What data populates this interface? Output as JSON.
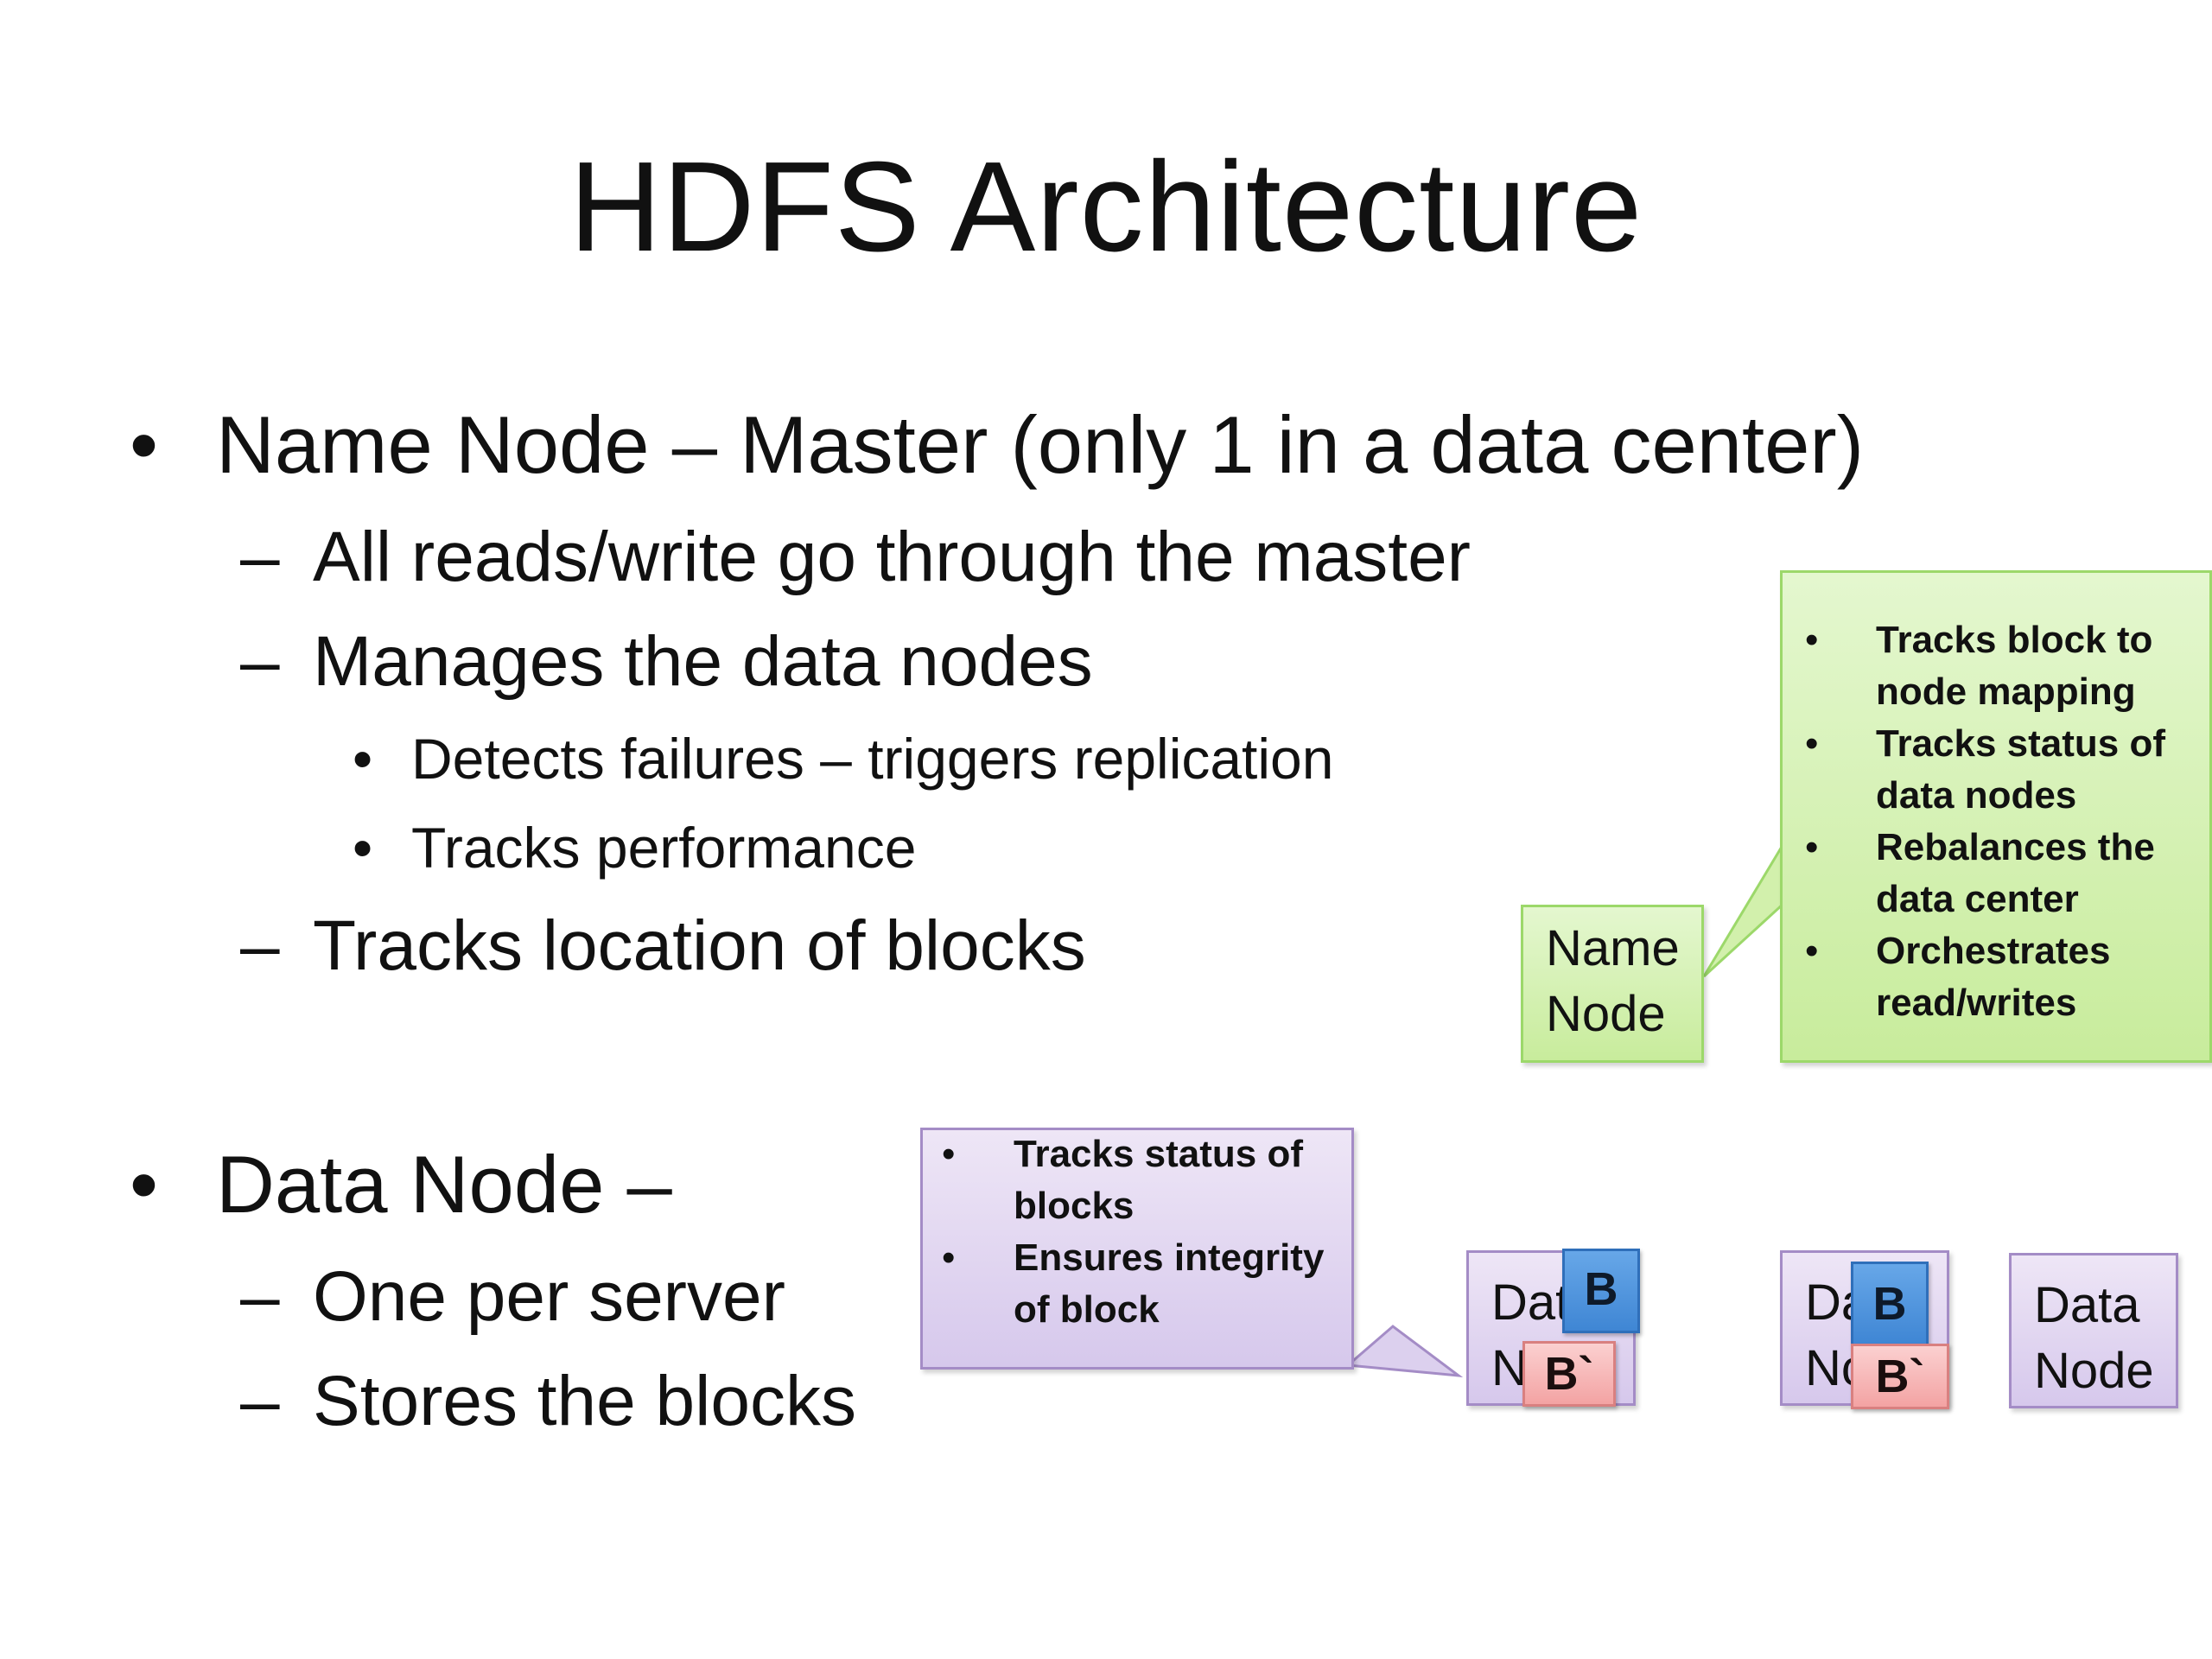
{
  "slide": {
    "title": "HDFS Architecture",
    "name_node": {
      "bullet": "•",
      "heading": "Name Node – Master (only 1 in a data center)",
      "sub": [
        {
          "dash": "–",
          "text": "All reads/write go through the master"
        },
        {
          "dash": "–",
          "text": "Manages the data nodes"
        },
        {
          "dash": "–",
          "text": "Tracks location of blocks"
        }
      ],
      "subsub": [
        {
          "bullet": "•",
          "text": "Detects failures – triggers replication"
        },
        {
          "bullet": "•",
          "text": "Tracks performance"
        }
      ]
    },
    "data_node": {
      "bullet": "•",
      "heading": "Data Node –",
      "sub": [
        {
          "dash": "–",
          "text": "One per server"
        },
        {
          "dash": "–",
          "text": "Stores the blocks"
        }
      ]
    }
  },
  "diagram": {
    "name_node_box": {
      "line1": "Name",
      "line2": "Node"
    },
    "name_node_callout": {
      "bullet": "•",
      "items": [
        {
          "line1": "Tracks block to",
          "line2": "node mapping"
        },
        {
          "line1": "Tracks status of",
          "line2": "data nodes"
        },
        {
          "line1": "Rebalances the",
          "line2": "data center"
        },
        {
          "line1": "Orchestrates",
          "line2": "read/writes"
        }
      ]
    },
    "data_node_callout": {
      "bullet": "•",
      "items": [
        {
          "line1": "Tracks status of",
          "line2": "blocks"
        },
        {
          "line1": "Ensures integrity",
          "line2": "of block"
        }
      ]
    },
    "data_nodes": [
      {
        "line1": "Dat",
        "line2": "N",
        "block": "B",
        "replica": "B`"
      },
      {
        "line1": "Da",
        "line2": "Nc",
        "block": "B",
        "replica": "B`"
      },
      {
        "line1": "Data",
        "line2": "Node"
      }
    ],
    "colors": {
      "green_fill": "#d6f2b4",
      "green_border": "#9cd86a",
      "purple_fill": "#e2d7f0",
      "purple_border": "#a48cc6",
      "block_blue": "#4a8fdc",
      "block_pink": "#f5b0b0"
    }
  }
}
